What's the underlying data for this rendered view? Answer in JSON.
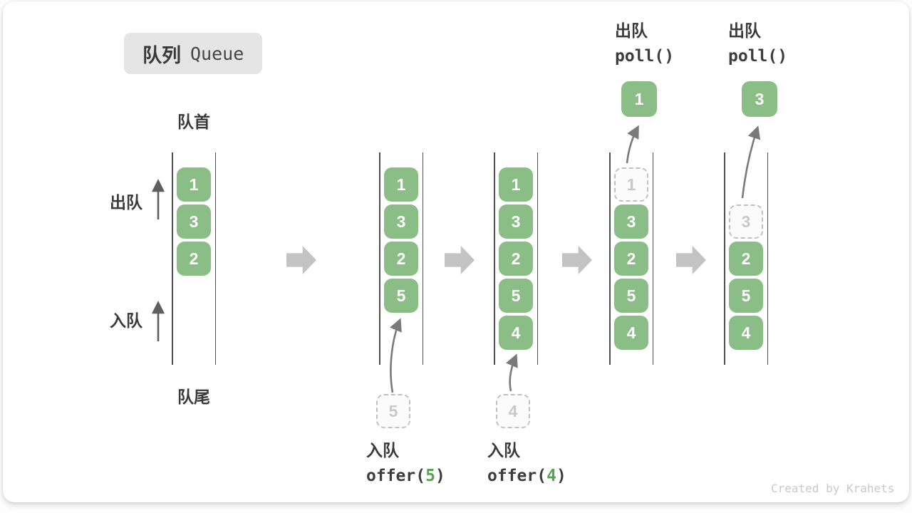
{
  "title": {
    "zh": "队列",
    "en": "Queue"
  },
  "labels": {
    "front": "队首",
    "rear": "队尾",
    "dequeue_side": "出队",
    "enqueue_side": "入队"
  },
  "colors": {
    "cell_green": "#8BBD86",
    "code_arg_green": "#5BA155",
    "block_arrow_gray": "#C3C3C3",
    "thin_arrow_gray": "#777777",
    "dashed_border_gray": "#C0C0C0",
    "title_chip_bg": "#E5E5E5"
  },
  "states": [
    {
      "cells": [
        "1",
        "3",
        "2"
      ]
    },
    {
      "cells": [
        "1",
        "3",
        "2",
        "5"
      ],
      "incoming_value": "5"
    },
    {
      "cells": [
        "1",
        "3",
        "2",
        "5",
        "4"
      ],
      "incoming_value": "4"
    },
    {
      "cells": [
        "3",
        "2",
        "5",
        "4"
      ],
      "removed_placeholder": "1",
      "removed_value": "1"
    },
    {
      "cells": [
        "2",
        "5",
        "4"
      ],
      "removed_placeholder": "3",
      "removed_value": "3"
    }
  ],
  "operations": {
    "enqueue_5": {
      "name": "入队",
      "call_prefix": "offer(",
      "arg": "5",
      "call_suffix": ")"
    },
    "enqueue_4": {
      "name": "入队",
      "call_prefix": "offer(",
      "arg": "4",
      "call_suffix": ")"
    },
    "dequeue_1": {
      "name": "出队",
      "call": "poll()"
    },
    "dequeue_3": {
      "name": "出队",
      "call": "poll()"
    }
  },
  "watermark": "Created by Krahets"
}
